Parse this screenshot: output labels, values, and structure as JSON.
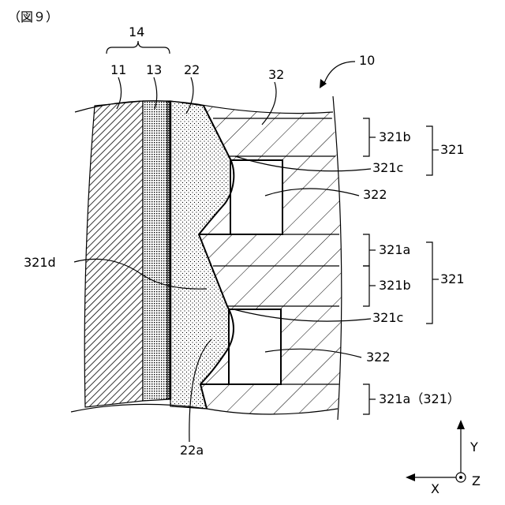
{
  "figure_label": "（図９）",
  "labels": {
    "l14": "14",
    "l11": "11",
    "l13": "13",
    "l22": "22",
    "l32": "32",
    "l10": "10",
    "l321b_1": "321b",
    "l321_1": "321",
    "l321c_1": "321c",
    "l322_1": "322",
    "l321d": "321d",
    "l321a_1": "321a",
    "l321_2": "321",
    "l321b_2": "321b",
    "l321c_2": "321c",
    "l322_2": "322",
    "l321a_3": "321a（321）",
    "l22a": "22a"
  },
  "axes": {
    "y": "Y",
    "x": "X",
    "z": "Z"
  }
}
